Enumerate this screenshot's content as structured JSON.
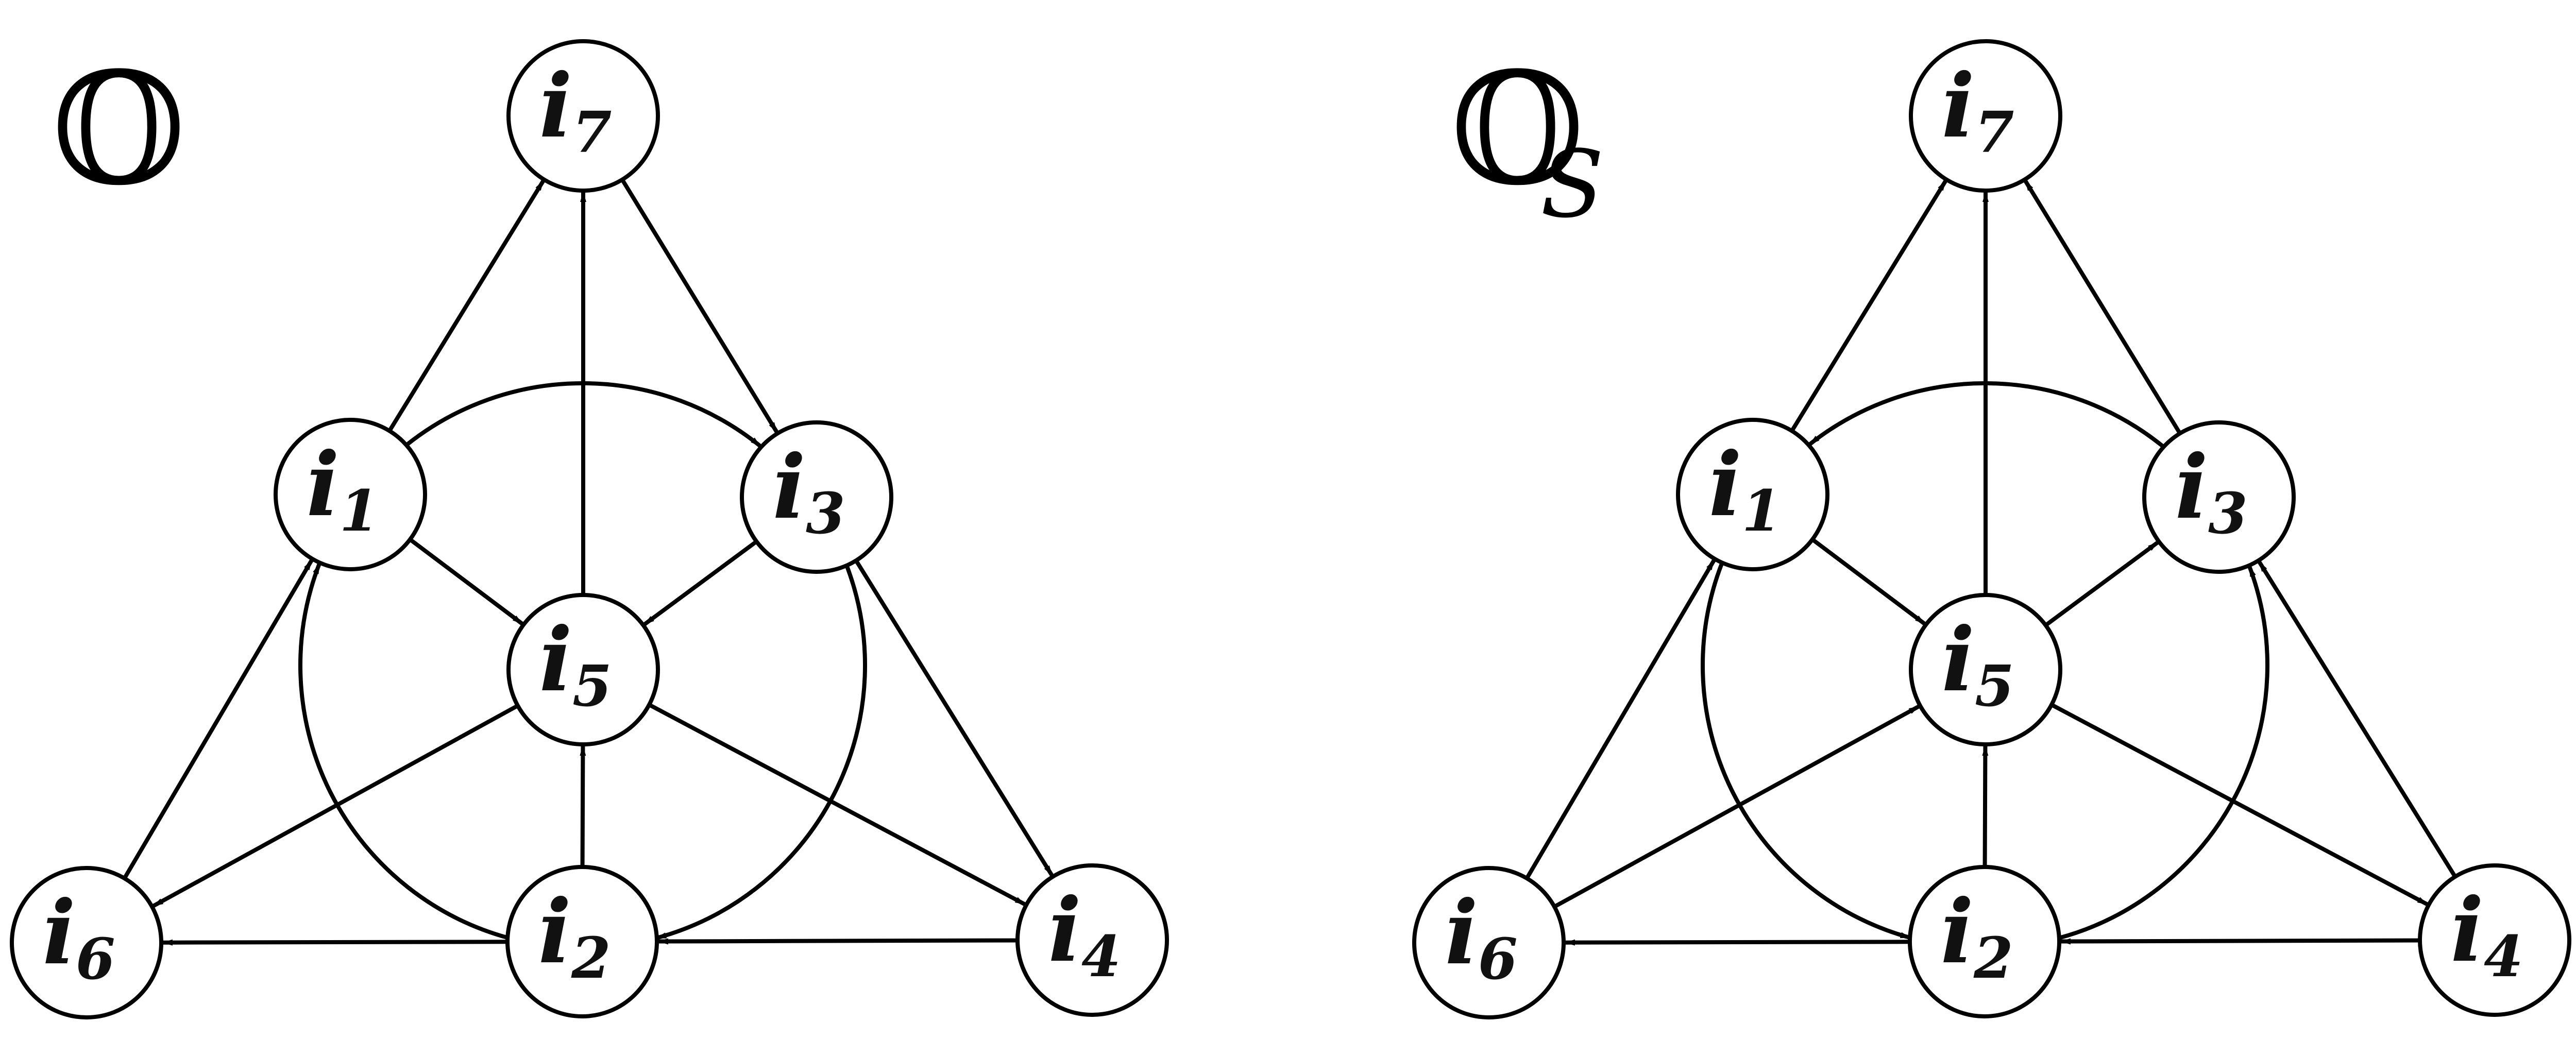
{
  "panels": [
    {
      "title": "𝕆",
      "subscript": "",
      "nodes": [
        {
          "id": "i1",
          "label": "i",
          "sub": "1"
        },
        {
          "id": "i2",
          "label": "i",
          "sub": "2"
        },
        {
          "id": "i3",
          "label": "i",
          "sub": "3"
        },
        {
          "id": "i4",
          "label": "i",
          "sub": "4"
        },
        {
          "id": "i5",
          "label": "i",
          "sub": "5"
        },
        {
          "id": "i6",
          "label": "i",
          "sub": "6"
        },
        {
          "id": "i7",
          "label": "i",
          "sub": "7"
        }
      ],
      "edges": [
        {
          "from": "i1",
          "to": "i7"
        },
        {
          "from": "i5",
          "to": "i7"
        },
        {
          "from": "i7",
          "to": "i3"
        },
        {
          "from": "i1",
          "to": "i3",
          "curved": true
        },
        {
          "from": "i1",
          "to": "i5"
        },
        {
          "from": "i3",
          "to": "i5"
        },
        {
          "from": "i6",
          "to": "i1"
        },
        {
          "from": "i3",
          "to": "i4"
        },
        {
          "from": "i5",
          "to": "i6"
        },
        {
          "from": "i5",
          "to": "i4"
        },
        {
          "from": "i2",
          "to": "i5"
        },
        {
          "from": "i2",
          "to": "i6"
        },
        {
          "from": "i4",
          "to": "i2"
        },
        {
          "from": "i2",
          "to": "i1",
          "curved": true
        },
        {
          "from": "i3",
          "to": "i2",
          "curved": true
        }
      ]
    },
    {
      "title": "𝕆",
      "subscript": "S",
      "nodes": [
        {
          "id": "i1",
          "label": "i",
          "sub": "1"
        },
        {
          "id": "i2",
          "label": "i",
          "sub": "2"
        },
        {
          "id": "i3",
          "label": "i",
          "sub": "3"
        },
        {
          "id": "i4",
          "label": "i",
          "sub": "4"
        },
        {
          "id": "i5",
          "label": "i",
          "sub": "5"
        },
        {
          "id": "i6",
          "label": "i",
          "sub": "6"
        },
        {
          "id": "i7",
          "label": "i",
          "sub": "7"
        }
      ],
      "edges": [
        {
          "from": "i1",
          "to": "i7"
        },
        {
          "from": "i5",
          "to": "i7"
        },
        {
          "from": "i3",
          "to": "i7"
        },
        {
          "from": "i3",
          "to": "i1",
          "curved": true
        },
        {
          "from": "i1",
          "to": "i5"
        },
        {
          "from": "i5",
          "to": "i3"
        },
        {
          "from": "i6",
          "to": "i1"
        },
        {
          "from": "i4",
          "to": "i3"
        },
        {
          "from": "i6",
          "to": "i5"
        },
        {
          "from": "i5",
          "to": "i4"
        },
        {
          "from": "i2",
          "to": "i5"
        },
        {
          "from": "i2",
          "to": "i6"
        },
        {
          "from": "i4",
          "to": "i2"
        },
        {
          "from": "i1",
          "to": "i2",
          "curved": true
        },
        {
          "from": "i2",
          "to": "i3",
          "curved": true
        }
      ]
    }
  ]
}
